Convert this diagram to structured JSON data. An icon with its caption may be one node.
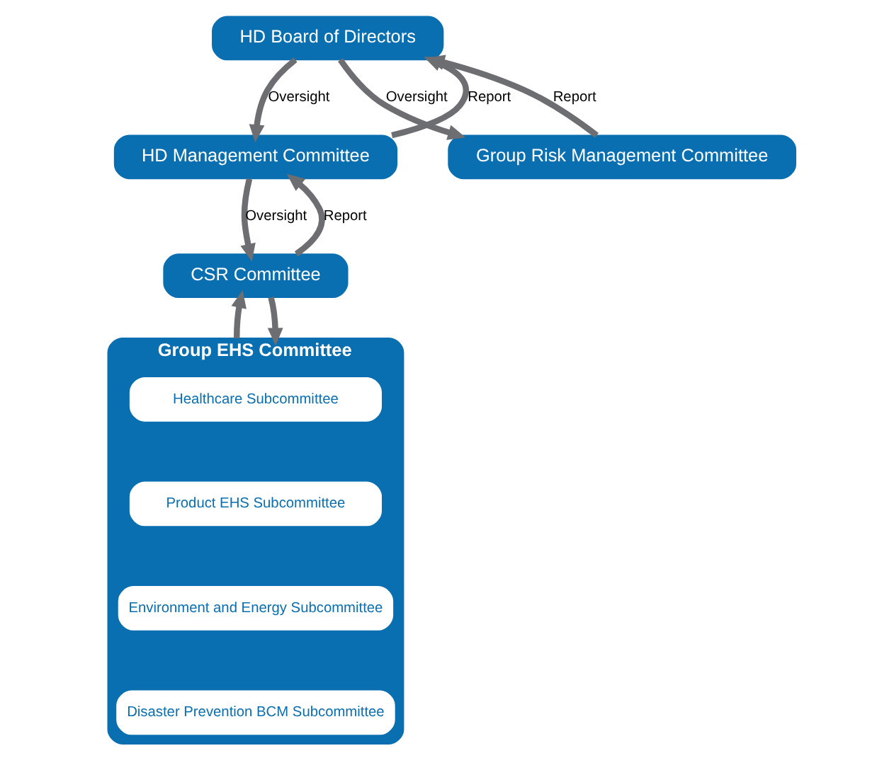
{
  "diagram": {
    "nodes": [
      {
        "text": [
          "HD Board of Directors"
        ]
      },
      {
        "text": [
          "HD Management Committee"
        ]
      },
      {
        "text": [
          "Group Risk Management Committee"
        ]
      },
      {
        "text": [
          "CSR Committee"
        ]
      },
      {
        "text": [
          "Group EHS Committee"
        ]
      },
      {
        "text": [
          "Healthcare Subcommittee"
        ],
        "in": 4
      },
      {
        "text": [
          "Product EHS Subcommittee"
        ],
        "in": 4
      },
      {
        "text": [
          "Environment and Energy Subcommittee"
        ],
        "in": 4
      },
      {
        "text": [
          "Disaster Prevention BCM Subcommittee"
        ],
        "in": 4
      }
    ],
    "edges": [
      {
        "from": 1,
        "to": 0,
        "arrow": "to",
        "label": "Report"
      },
      {
        "from": 0,
        "to": 1,
        "arrow": "to",
        "label": "Oversight"
      },
      {
        "from": 2,
        "to": 0,
        "arrow": "to",
        "label": "Report"
      },
      {
        "from": 0,
        "to": 2,
        "arrow": "to",
        "label": "Oversight"
      },
      {
        "from": 3,
        "to": 1,
        "arrow": "to",
        "label": "Report"
      },
      {
        "from": 1,
        "to": 3,
        "arrow": "to",
        "label": "Oversight"
      },
      {
        "from": 4,
        "to": 3,
        "arrow": "to"
      },
      {
        "from": 3,
        "to": 4,
        "arrow": "to"
      }
    ]
  }
}
